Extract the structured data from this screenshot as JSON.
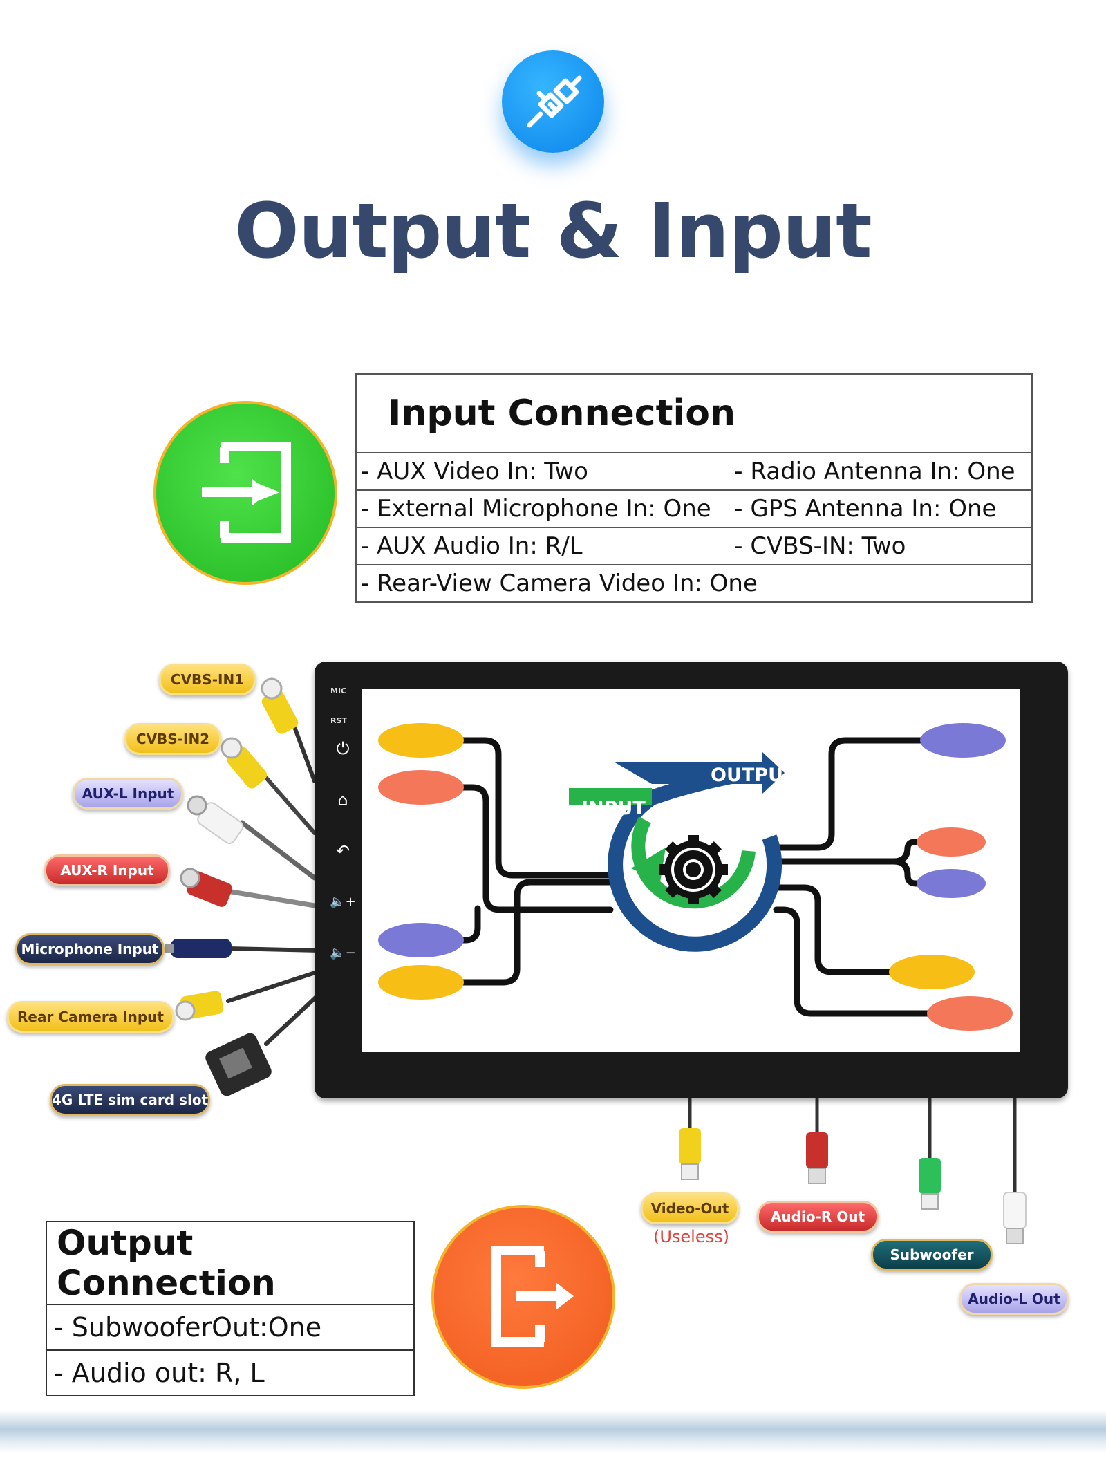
{
  "header": {
    "title": "Output & Input"
  },
  "input_connection": {
    "title": "Input Connection",
    "rows": [
      {
        "left": "- AUX Video In: Two",
        "right": "- Radio Antenna In: One"
      },
      {
        "left": "- External Microphone In: One",
        "right": "- GPS Antenna In: One"
      },
      {
        "left": "- AUX Audio In: R/L",
        "right": "- CVBS-IN: Two"
      },
      {
        "left": "- Rear-View Camera Video In: One",
        "right": ""
      }
    ]
  },
  "output_connection": {
    "title": "Output Connection",
    "rows": [
      "- SubwooferOut:One",
      "- Audio out: R, L"
    ]
  },
  "monitor": {
    "side_labels": {
      "mic": "MIC",
      "rst": "RST"
    },
    "side_buttons": [
      "power-icon",
      "home-icon",
      "back-icon",
      "volume-up-icon",
      "volume-down-icon"
    ],
    "diagram": {
      "output_label": "OUTPUT",
      "input_label": "INPUT"
    }
  },
  "input_cables": {
    "cvbs_in1": "CVBS-IN1",
    "cvbs_in2": "CVBS-IN2",
    "aux_l": "AUX-L Input",
    "aux_r": "AUX-R Input",
    "mic": "Microphone Input",
    "rear_camera": "Rear Camera Input",
    "sim": "4G LTE sim card slot"
  },
  "output_cables": {
    "video_out": "Video-Out",
    "video_out_note": "(Useless)",
    "audio_r": "Audio-R Out",
    "subwoofer": "Subwoofer",
    "audio_l": "Audio-L Out"
  },
  "colors": {
    "title": "#36486b",
    "input_icon": "#2fcb2c",
    "output_icon": "#f4621f",
    "plug_icon": "#1796f2",
    "ring_blue": "#1c4f8c",
    "ring_green": "#27b24a",
    "oval_yellow": "#f7be16",
    "oval_orange": "#f4775a",
    "oval_purple": "#7b79d6"
  }
}
